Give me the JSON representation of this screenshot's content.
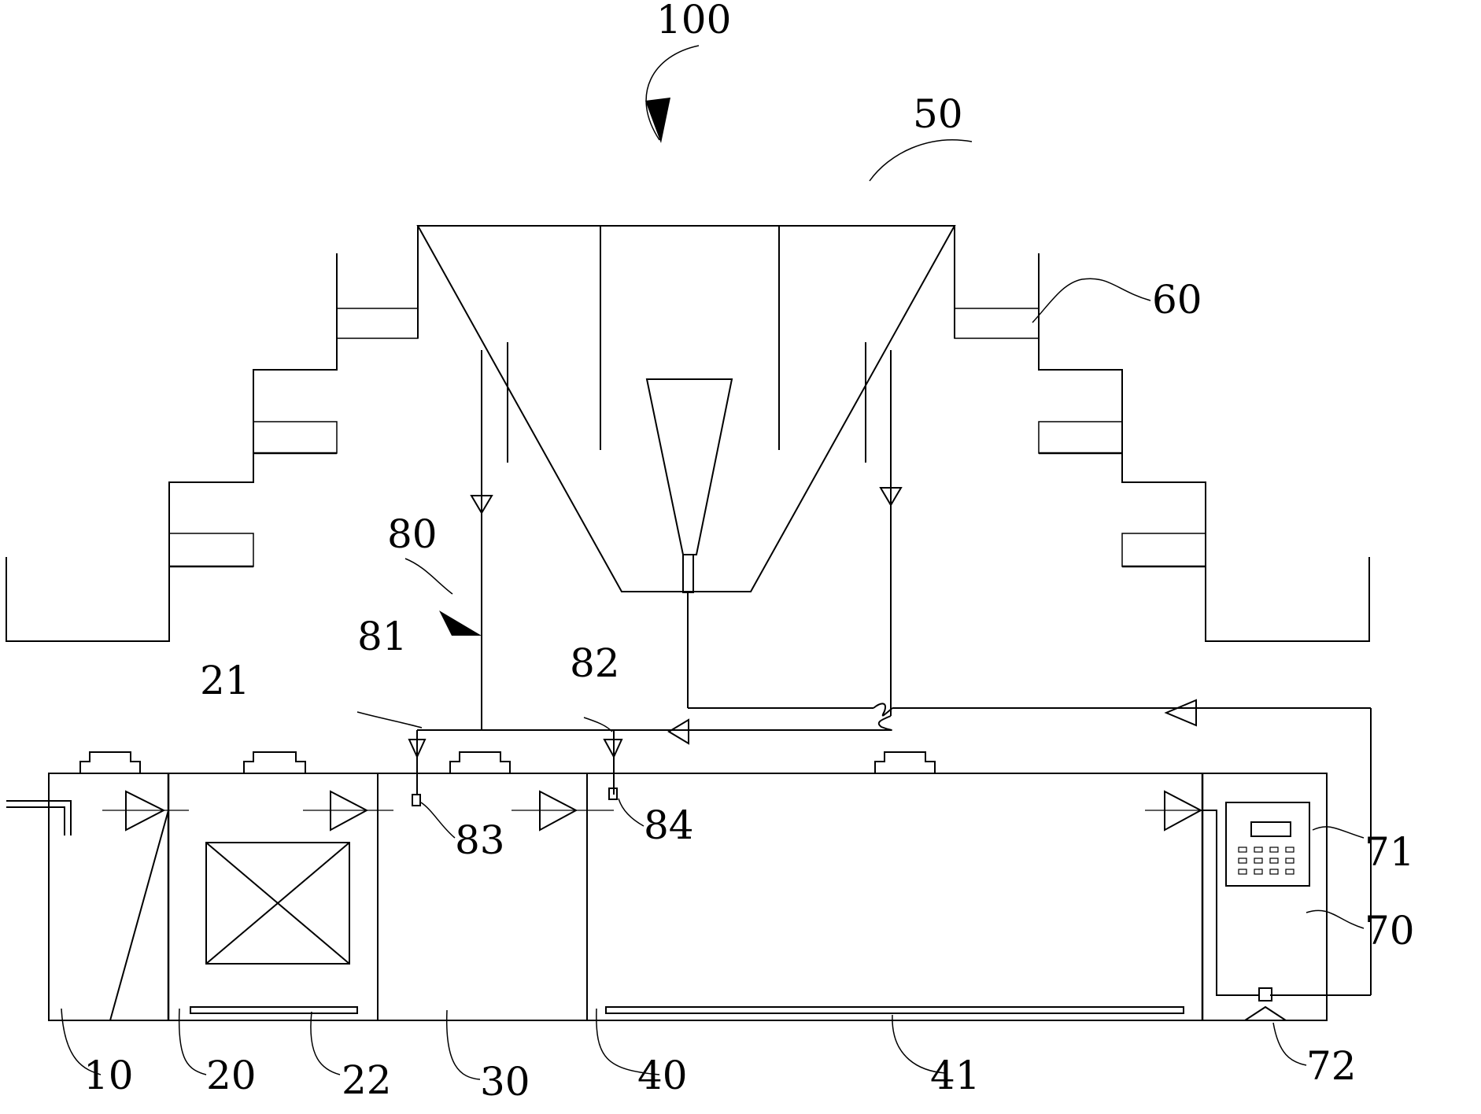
{
  "colors": {
    "line": "#000000",
    "background": "#ffffff"
  },
  "labels": {
    "l100": "100",
    "l50": "50",
    "l60": "60",
    "l80": "80",
    "l81": "81",
    "l82": "82",
    "l21": "21",
    "l83": "83",
    "l84": "84",
    "l71": "71",
    "l70": "70",
    "l72": "72",
    "l10": "10",
    "l20": "20",
    "l22": "22",
    "l30": "30",
    "l40": "40",
    "l41": "41"
  }
}
